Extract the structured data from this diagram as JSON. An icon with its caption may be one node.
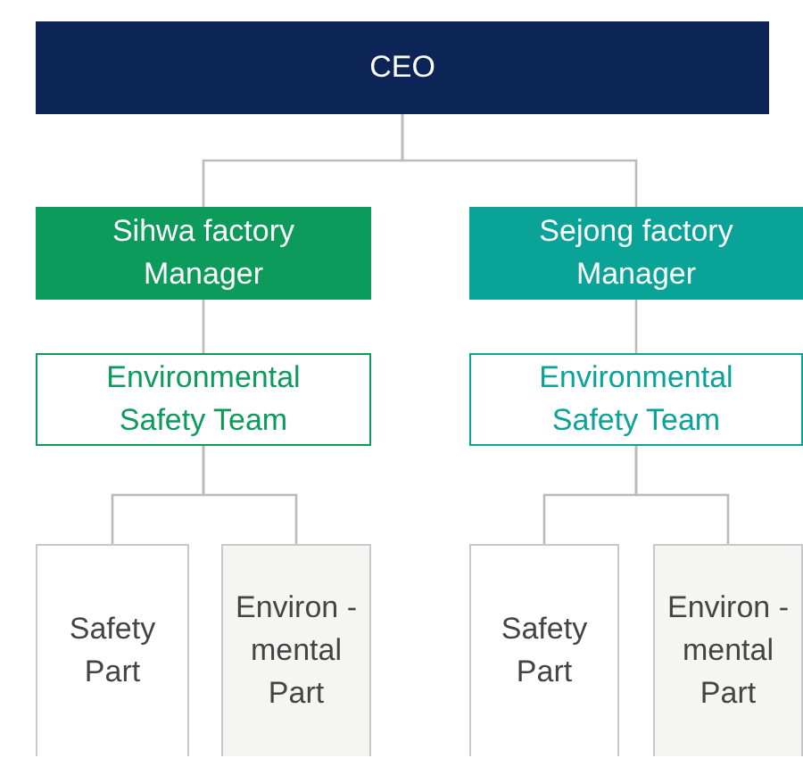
{
  "diagram": {
    "nodes": [
      {
        "text": [
          "CEO"
        ]
      },
      {
        "text": [
          "Sihwa factory Manager"
        ]
      },
      {
        "text": [
          "Sejong factory Manager"
        ]
      },
      {
        "text": [
          "Environmental Safety Team"
        ]
      },
      {
        "text": [
          "Environmental Safety Team"
        ]
      },
      {
        "text": [
          "Safety Part"
        ]
      },
      {
        "text": [
          "Environ -mental Part"
        ]
      },
      {
        "text": [
          "Safety Part"
        ]
      },
      {
        "text": [
          "Environ -mental Part"
        ]
      }
    ],
    "edges": [
      {
        "from": 0,
        "to": 1,
        "arrow": "none"
      },
      {
        "from": 0,
        "to": 2,
        "arrow": "none"
      },
      {
        "from": 1,
        "to": 3,
        "arrow": "none"
      },
      {
        "from": 2,
        "to": 4,
        "arrow": "none"
      },
      {
        "from": 3,
        "to": 5,
        "arrow": "none"
      },
      {
        "from": 3,
        "to": 6,
        "arrow": "none"
      },
      {
        "from": 4,
        "to": 7,
        "arrow": "none"
      },
      {
        "from": 4,
        "to": 8,
        "arrow": "none"
      }
    ]
  }
}
